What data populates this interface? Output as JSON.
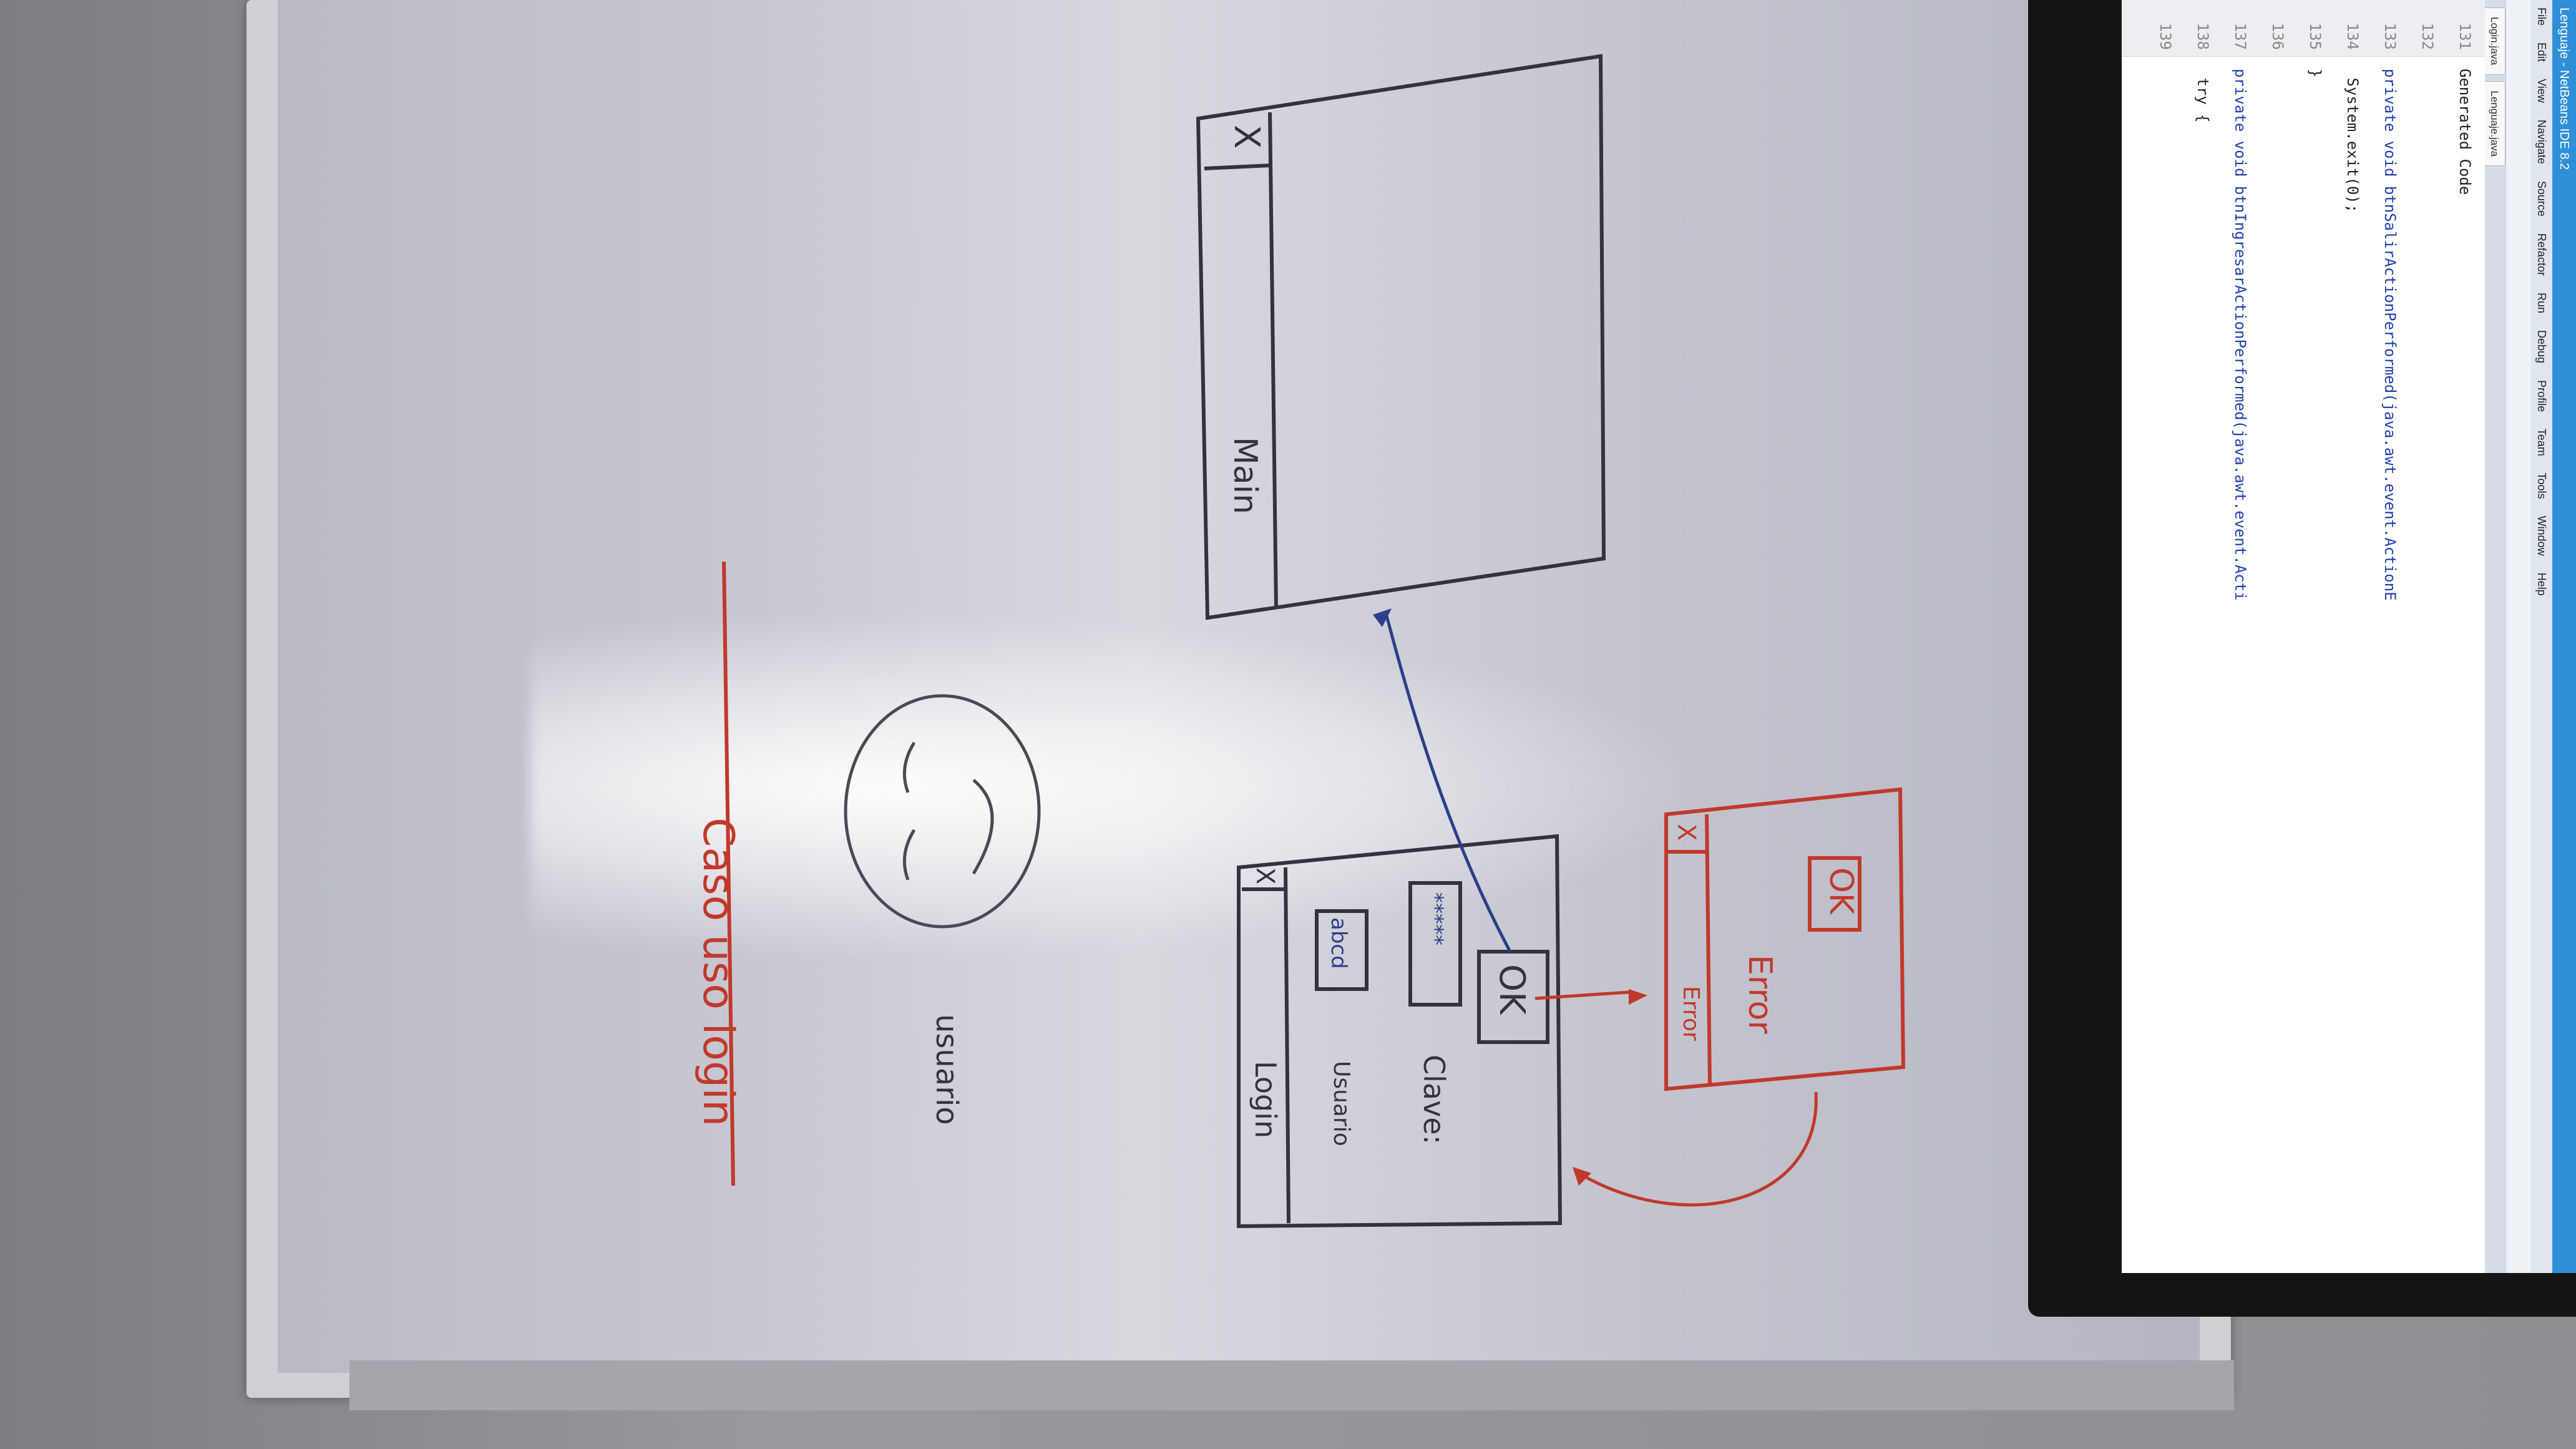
{
  "whiteboard": {
    "title": "Caso uso login",
    "actor_label": "usuario",
    "login_window": {
      "title": "Login",
      "close_glyph": "X",
      "user_label": "Usuario",
      "user_value": "abcd",
      "password_label": "Clave:",
      "password_value": "*****",
      "ok_button": "OK"
    },
    "error_window": {
      "title": "Error",
      "close_glyph": "X",
      "message": "Error",
      "ok_button": "OK"
    },
    "main_window": {
      "title": "Main",
      "close_glyph": "X"
    }
  },
  "screen": {
    "window_title": "Lenguaje - NetBeans IDE 8.2",
    "menu_items": [
      "File",
      "Edit",
      "View",
      "Navigate",
      "Source",
      "Refactor",
      "Run",
      "Debug",
      "Profile",
      "Team",
      "Tools",
      "Window",
      "Help"
    ],
    "tabs": [
      "Login.java",
      "Lenguaje.java"
    ],
    "code_lines": [
      {
        "num": "131",
        "text": "Generated Code"
      },
      {
        "num": "132",
        "text": ""
      },
      {
        "num": "133",
        "text": "private void btnSalirActionPerformed(java.awt.event.ActionE"
      },
      {
        "num": "134",
        "text": "    System.exit(0);"
      },
      {
        "num": "135",
        "text": "}"
      },
      {
        "num": "136",
        "text": ""
      },
      {
        "num": "137",
        "text": "private void btnIngresarActionPerformed(java.awt.event.Acti"
      },
      {
        "num": "138",
        "text": "    try {"
      },
      {
        "num": "139",
        "text": ""
      }
    ]
  },
  "colors": {
    "red_marker": "#c0392b",
    "black_marker": "#33333f",
    "blue_marker": "#2c3f8a"
  }
}
